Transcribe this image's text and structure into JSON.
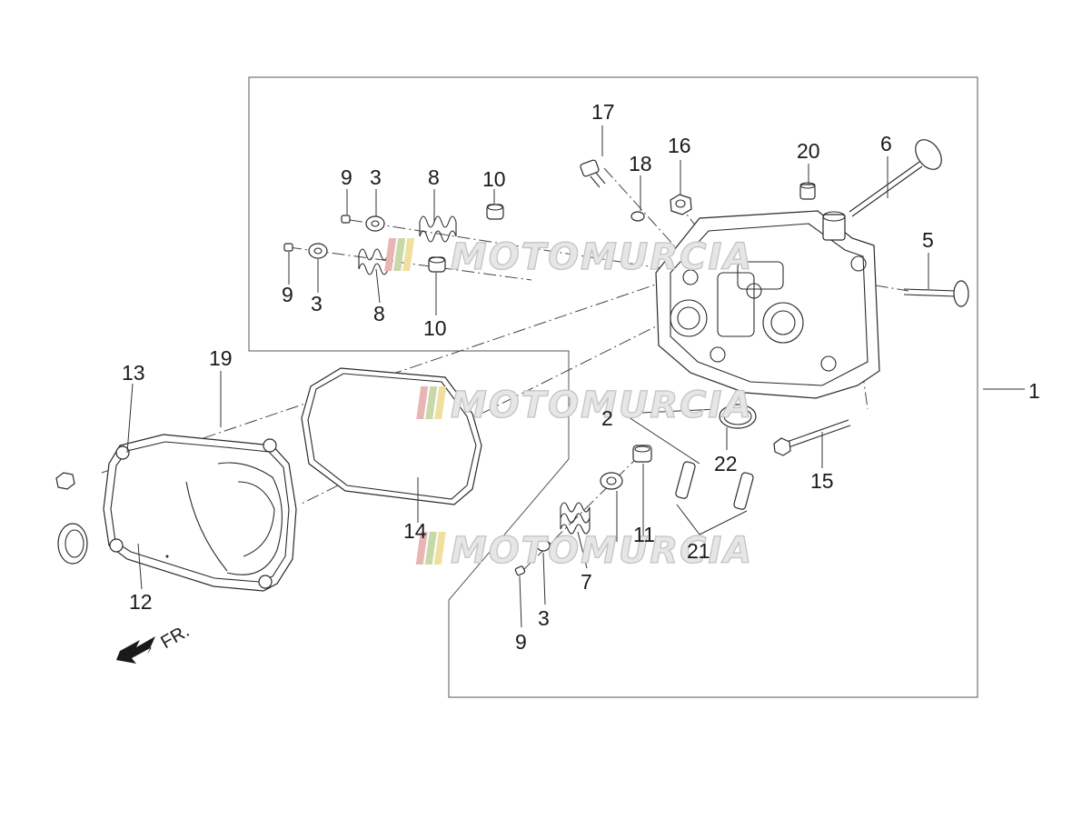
{
  "labels": {
    "l1": "1",
    "l2": "2",
    "l3a": "3",
    "l3b": "3",
    "l3c": "3",
    "l5": "5",
    "l6": "6",
    "l7": "7",
    "l8a": "8",
    "l8b": "8",
    "l9a": "9",
    "l9b": "9",
    "l9c": "9",
    "l10a": "10",
    "l10b": "10",
    "l11": "11",
    "l12": "12",
    "l13": "13",
    "l14": "14",
    "l15": "15",
    "l16": "16",
    "l17": "17",
    "l18": "18",
    "l19": "19",
    "l20": "20",
    "l21": "21",
    "l22": "22"
  },
  "direction": {
    "text": "FR.",
    "icon": "front-direction-arrow-icon"
  },
  "watermark": {
    "text": "MOTOMURCIA",
    "stripe_colors": [
      "#e8b4b4",
      "#c8d8a8",
      "#f0e0a0"
    ]
  }
}
